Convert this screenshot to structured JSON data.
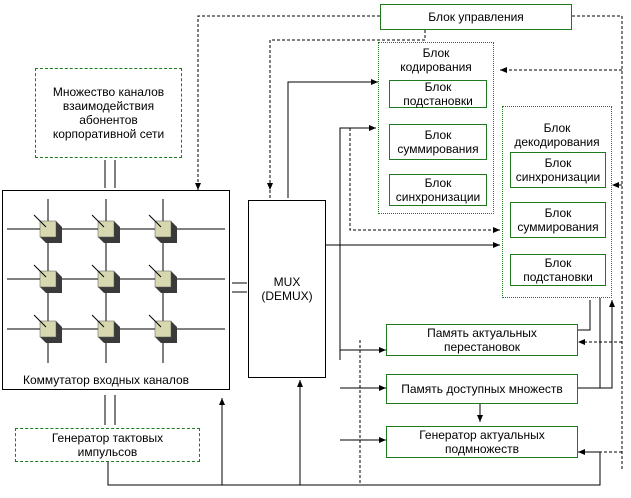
{
  "control_block": "Блок управления",
  "channels_box": "Множество каналов\nвзаимодействия\nабонентов\nкорпоративной сети",
  "switch_label": "Коммутатор входных каналов",
  "generator_pulses": "Генератор тактовых\nимпульсов",
  "mux": "MUX\n(DEMUX)",
  "coding_group": {
    "title": "Блок\nкодирования",
    "substitution": "Блок\nподстановки",
    "summation": "Блок\nсуммирования",
    "sync": "Блок\nсинхронизации"
  },
  "decoding_group": {
    "title": "Блок\nдекодирования",
    "sync": "Блок\nсинхронизации",
    "summation": "Блок\nсуммирования",
    "substitution": "Блок\nподстановки"
  },
  "memory_permutations": "Память актуальных\nперестановок",
  "memory_sets": "Память доступных множеств",
  "generator_subsets": "Генератор актуальных\nподмножеств",
  "colors": {
    "border": "#1f7a1f",
    "cube_face": "#d8d8b0",
    "cube_side": "#3a3a3a"
  }
}
